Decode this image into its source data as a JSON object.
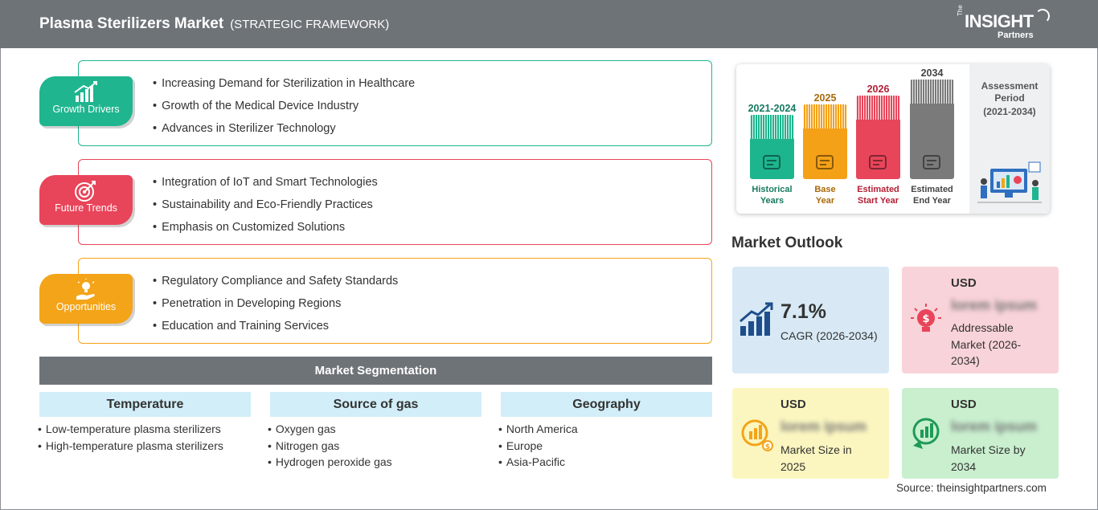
{
  "header": {
    "title": "Plasma Sterilizers Market",
    "subtitle": "(STRATEGIC FRAMEWORK)",
    "logo": {
      "the": "The",
      "insight": "INSIGHT",
      "partners": "Partners"
    }
  },
  "framework": [
    {
      "label": "Growth Drivers",
      "color": "#1fb58f",
      "icon": "bar-chart-up-icon",
      "items": [
        "Increasing Demand for Sterilization in Healthcare",
        "Growth of the Medical Device Industry",
        "Advances in Sterilizer Technology"
      ]
    },
    {
      "label": "Future Trends",
      "color": "#e8455a",
      "icon": "target-icon",
      "items": [
        "Integration of IoT and Smart Technologies",
        "Sustainability and Eco-Friendly Practices",
        "Emphasis on Customized Solutions"
      ]
    },
    {
      "label": "Opportunities",
      "color": "#f4a418",
      "icon": "lightbulb-hand-icon",
      "items": [
        "Regulatory Compliance and Safety Standards",
        "Penetration in Developing Regions",
        "Education and Training Services"
      ]
    }
  ],
  "segmentation": {
    "title": "Market Segmentation",
    "columns": [
      {
        "heading": "Temperature",
        "items": [
          "Low-temperature plasma sterilizers",
          "High-temperature plasma sterilizers"
        ]
      },
      {
        "heading": "Source of gas",
        "items": [
          "Oxygen gas",
          "Nitrogen gas",
          "Hydrogen peroxide gas"
        ]
      },
      {
        "heading": "Geography",
        "items": [
          "North America",
          "Europe",
          "Asia-Pacific"
        ]
      }
    ]
  },
  "timeline": [
    {
      "year": "2021-2024",
      "label_1": "Historical",
      "label_2": "Years",
      "color": "#1db58e",
      "text_color": "#167a5f"
    },
    {
      "year": "2025",
      "label_1": "Base",
      "label_2": "Year",
      "color": "#f5a117",
      "text_color": "#a86a0a"
    },
    {
      "year": "2026",
      "label_1": "Estimated",
      "label_2": "Start Year",
      "color": "#e8455a",
      "text_color": "#b32035"
    },
    {
      "year": "2034",
      "label_1": "Estimated",
      "label_2": "End Year",
      "color": "#7a7a7a",
      "text_color": "#444444"
    }
  ],
  "assessment": {
    "title_1": "Assessment",
    "title_2": "Period",
    "period": "(2021-2034)"
  },
  "outlook": {
    "title": "Market Outlook",
    "cagr": {
      "value": "7.1%",
      "desc": "CAGR (2026-2034)",
      "color": "#d8e9f5"
    },
    "addressable": {
      "usd": "USD",
      "value": "lorem ipsum",
      "desc_1": "Addressable",
      "desc_2": "Market (2026-",
      "desc_3": "2034)",
      "color": "#f8d3d9"
    },
    "size_2025": {
      "usd": "USD",
      "value": "lorem ipsum",
      "desc_1": "Market Size in",
      "desc_2": "2025",
      "color": "#fbf6c0"
    },
    "size_2034": {
      "usd": "USD",
      "value": "lorem ipsum",
      "desc_1": "Market Size by",
      "desc_2": "2034",
      "color": "#c9efcf"
    }
  },
  "source": "Source: theinsightpartners.com"
}
